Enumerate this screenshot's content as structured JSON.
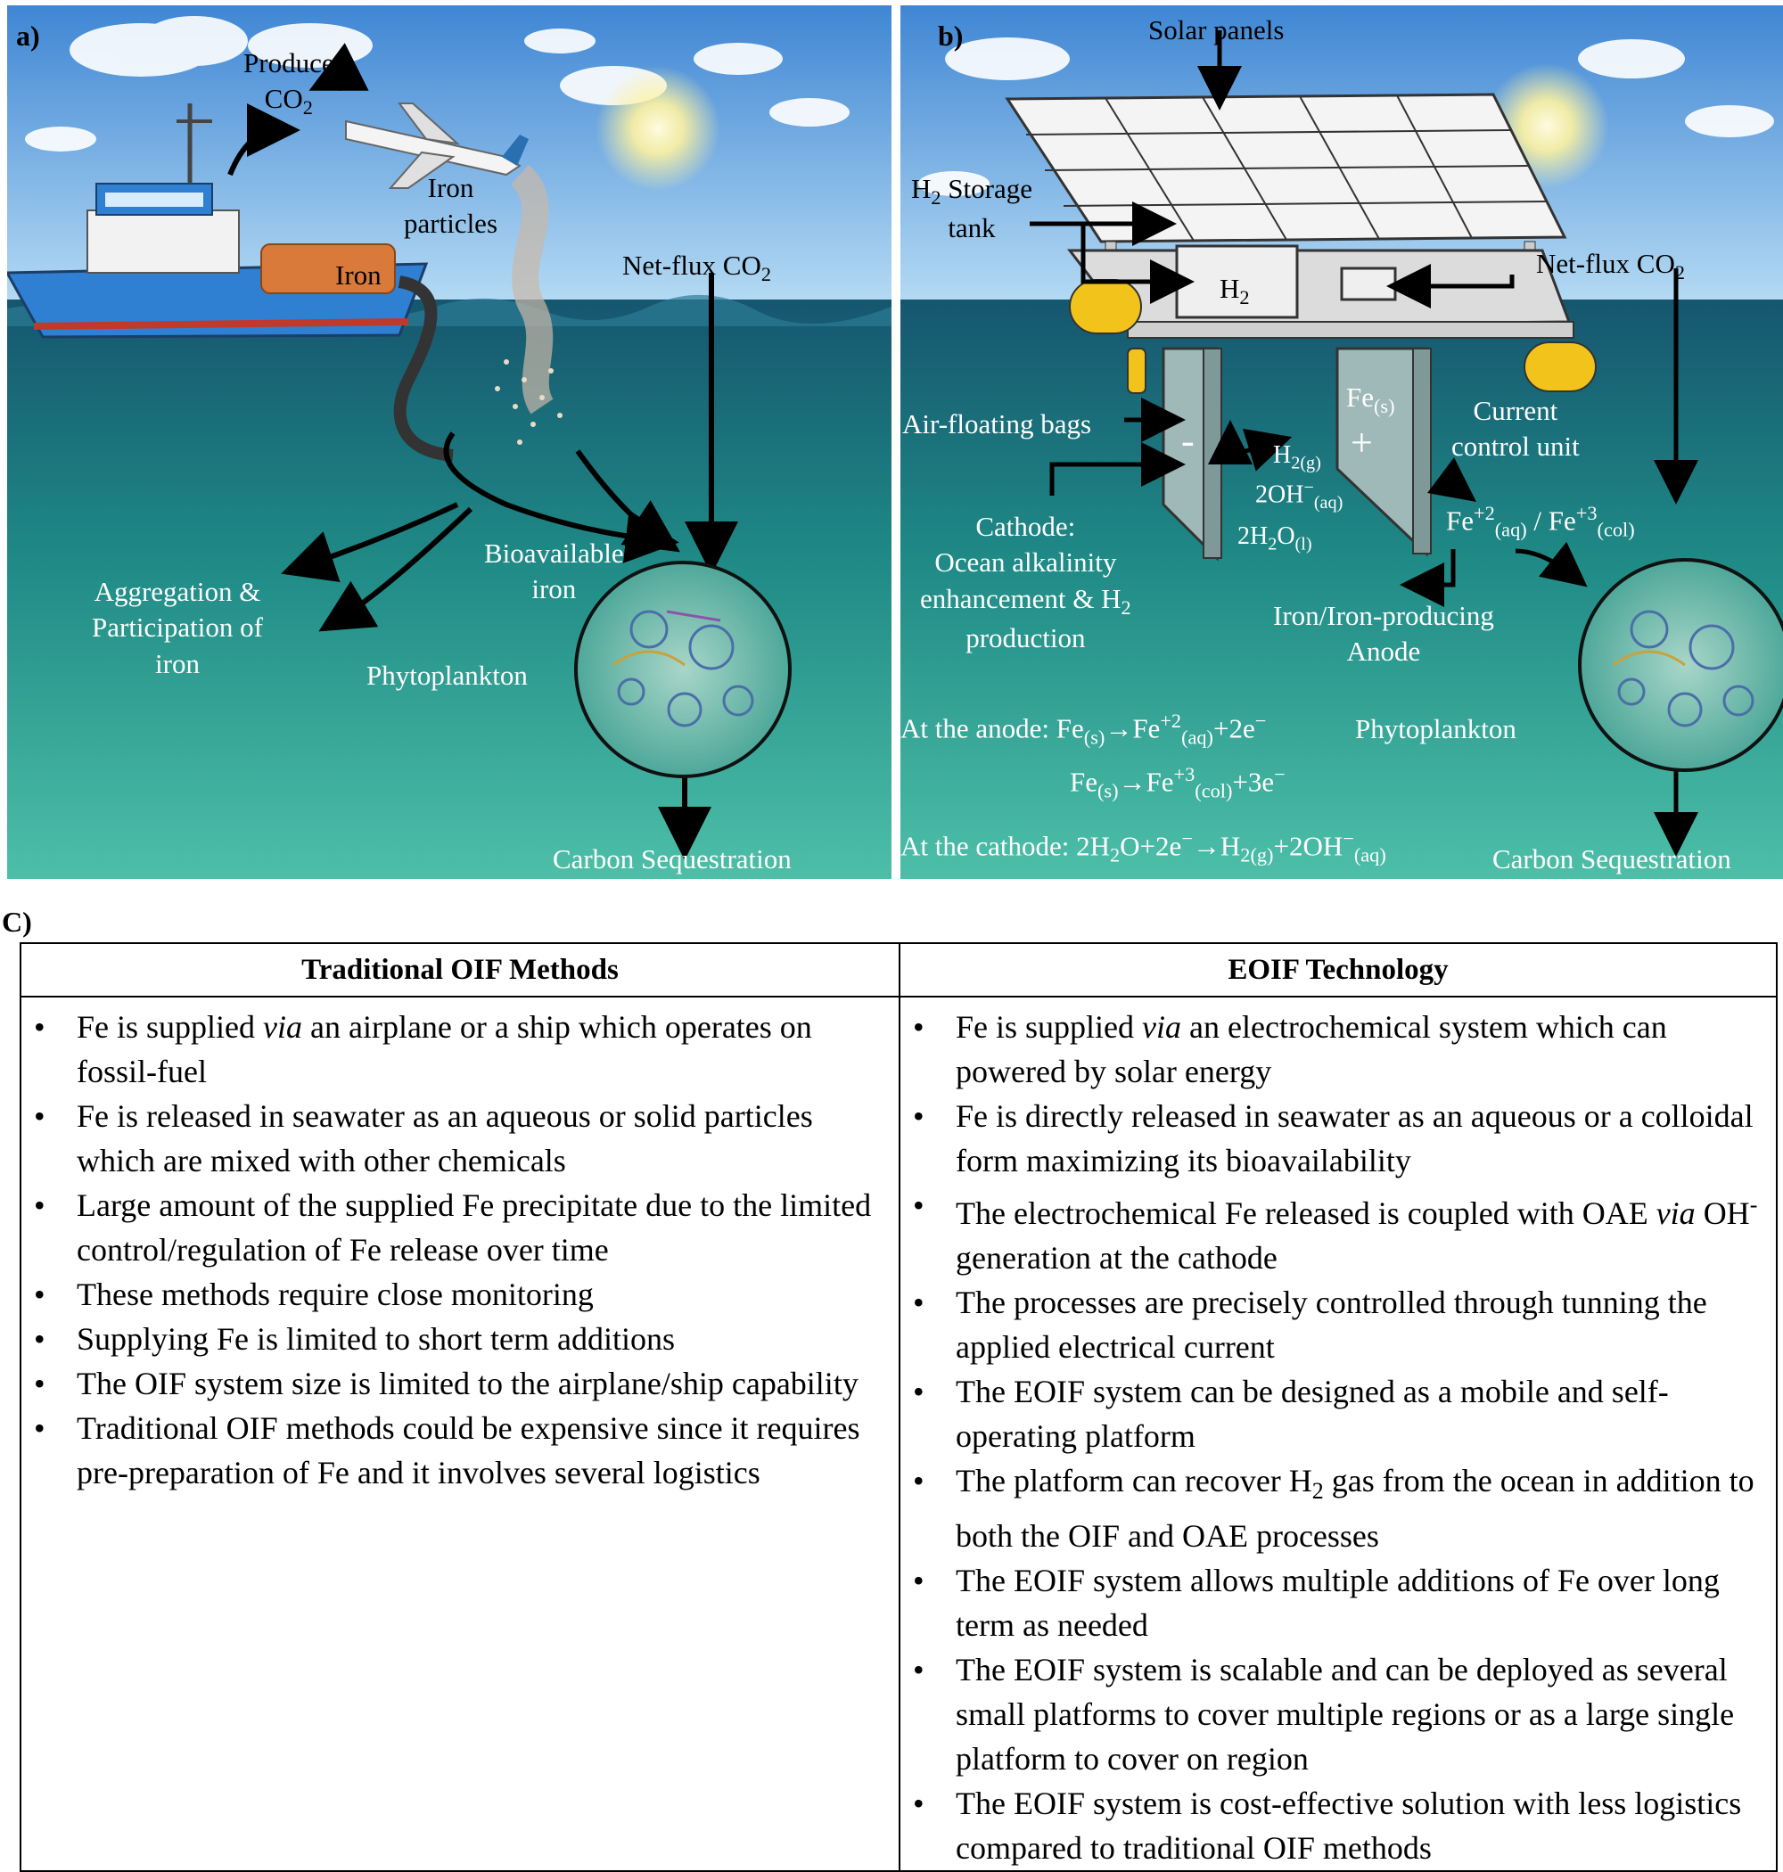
{
  "panel_a": {
    "letter": "a)",
    "labels": {
      "produce": "Produce",
      "produce_co2": "CO",
      "iron_tank": "Iron",
      "iron_particles_1": "Iron",
      "iron_particles_2": "particles",
      "netflux": "Net-flux CO",
      "aggregation_1": "Aggregation &",
      "aggregation_2": "Participation of",
      "aggregation_3": "iron",
      "bioavailable_1": "Bioavailable",
      "bioavailable_2": "iron",
      "phytoplankton": "Phytoplankton",
      "carbon_seq": "Carbon Sequestration"
    }
  },
  "panel_b": {
    "letter": "b)",
    "labels": {
      "solar_panels": "Solar panels",
      "h2_storage_1": "H",
      "h2_storage_1b": " Storage",
      "h2_storage_2": "tank",
      "h2_box": "H",
      "netflux": "Net-flux CO",
      "fe_s": "Fe",
      "fe_s_sub": "(s)",
      "plus": "+",
      "minus": "-",
      "air_bags": "Air-floating bags",
      "current_1": "Current",
      "current_2": "control unit",
      "h2g": "H",
      "h2g_sub": "2(g)",
      "oh": "2OH",
      "oh_sub": "(aq)",
      "oh_sup": "−",
      "water": "2H",
      "water_mid": "O",
      "water_sub": "(l)",
      "fe_ions": "Fe",
      "fe_ions_sup1": "+2",
      "fe_ions_sub1": "(aq)",
      "fe_ions_mid": " / Fe",
      "fe_ions_sup2": "+3",
      "fe_ions_sub2": "(col)",
      "cathode_1": "Cathode:",
      "cathode_2": "Ocean alkalinity",
      "cathode_3": "enhancement  & H",
      "cathode_4": "production",
      "anode_1": "Iron/Iron-producing",
      "anode_2": "Anode",
      "phytoplankton": "Phytoplankton",
      "eq1_prefix": "At the anode: Fe",
      "eq1_rest": "→Fe",
      "eq1_tail": "+2e",
      "eq2_prefix": "Fe",
      "eq2_rest": "→Fe",
      "eq2_tail": "+3e",
      "eq3_prefix": "At the cathode: 2H",
      "eq3_mid": "O+2e",
      "eq3_mid2": "→H",
      "eq3_mid3": "+2OH",
      "carbon_seq": "Carbon Sequestration",
      "sub_2": "2",
      "sub_s": "(s)",
      "sub_aq": "(aq)",
      "sub_col": "(col)",
      "sub_2g": "2(g)",
      "sup_plus2": "+2",
      "sup_plus3": "+3",
      "sup_minus": "−"
    }
  },
  "section_c": {
    "letter": "C)",
    "col1_header": "Traditional OIF Methods",
    "col2_header": "EOIF Technology",
    "col1_items": [
      {
        "a": "Fe is supplied ",
        "i": "via",
        "b": " an airplane or a ship which operates on fossil-fuel"
      },
      {
        "a": "Fe is released in seawater as an aqueous or solid particles which are mixed with other chemicals"
      },
      {
        "a": "Large amount of the supplied Fe precipitate due to the limited control/regulation of Fe release over time"
      },
      {
        "a": "These methods require close monitoring"
      },
      {
        "a": "Supplying Fe is limited to short term additions"
      },
      {
        "a": "The OIF system size is limited to the airplane/ship capability"
      },
      {
        "a": "Traditional OIF methods could be expensive since it requires pre-preparation of Fe and it involves several logistics"
      }
    ],
    "col2_items": [
      {
        "a": "Fe is supplied ",
        "i": "via",
        "b": " an electrochemical system which can powered by solar energy"
      },
      {
        "a": "Fe is directly released in seawater as an aqueous or a colloidal form maximizing its bioavailability"
      },
      {
        "a": "The electrochemical Fe released is coupled with OAE ",
        "i2": "via",
        "b": " OH",
        "sup": "-",
        "c": " generation at the cathode"
      },
      {
        "a": "The processes are precisely controlled through tunning the applied electrical current"
      },
      {
        "a": "The EOIF system can be designed as a mobile and self-operating platform"
      },
      {
        "a": "The platform can recover H",
        "sub": "2",
        "b": " gas from the ocean in addition to both the OIF and OAE processes"
      },
      {
        "a": "The EOIF system allows multiple additions of Fe over long term as needed"
      },
      {
        "a": "The EOIF system is scalable and can be deployed as several small platforms to cover multiple regions or as a large single platform to cover on region"
      },
      {
        "a": "The EOIF system is cost-effective solution with less logistics compared to traditional OIF methods"
      }
    ]
  },
  "colors": {
    "sky_top": "#4a90d9",
    "sky_bottom": "#a9d4f2",
    "sea_top": "#1f6f8b",
    "sea_bottom": "#2e9e8f",
    "ship_hull": "#2e7fd0",
    "iron_tank": "#d9793a",
    "float_bag": "#f2c31b"
  }
}
